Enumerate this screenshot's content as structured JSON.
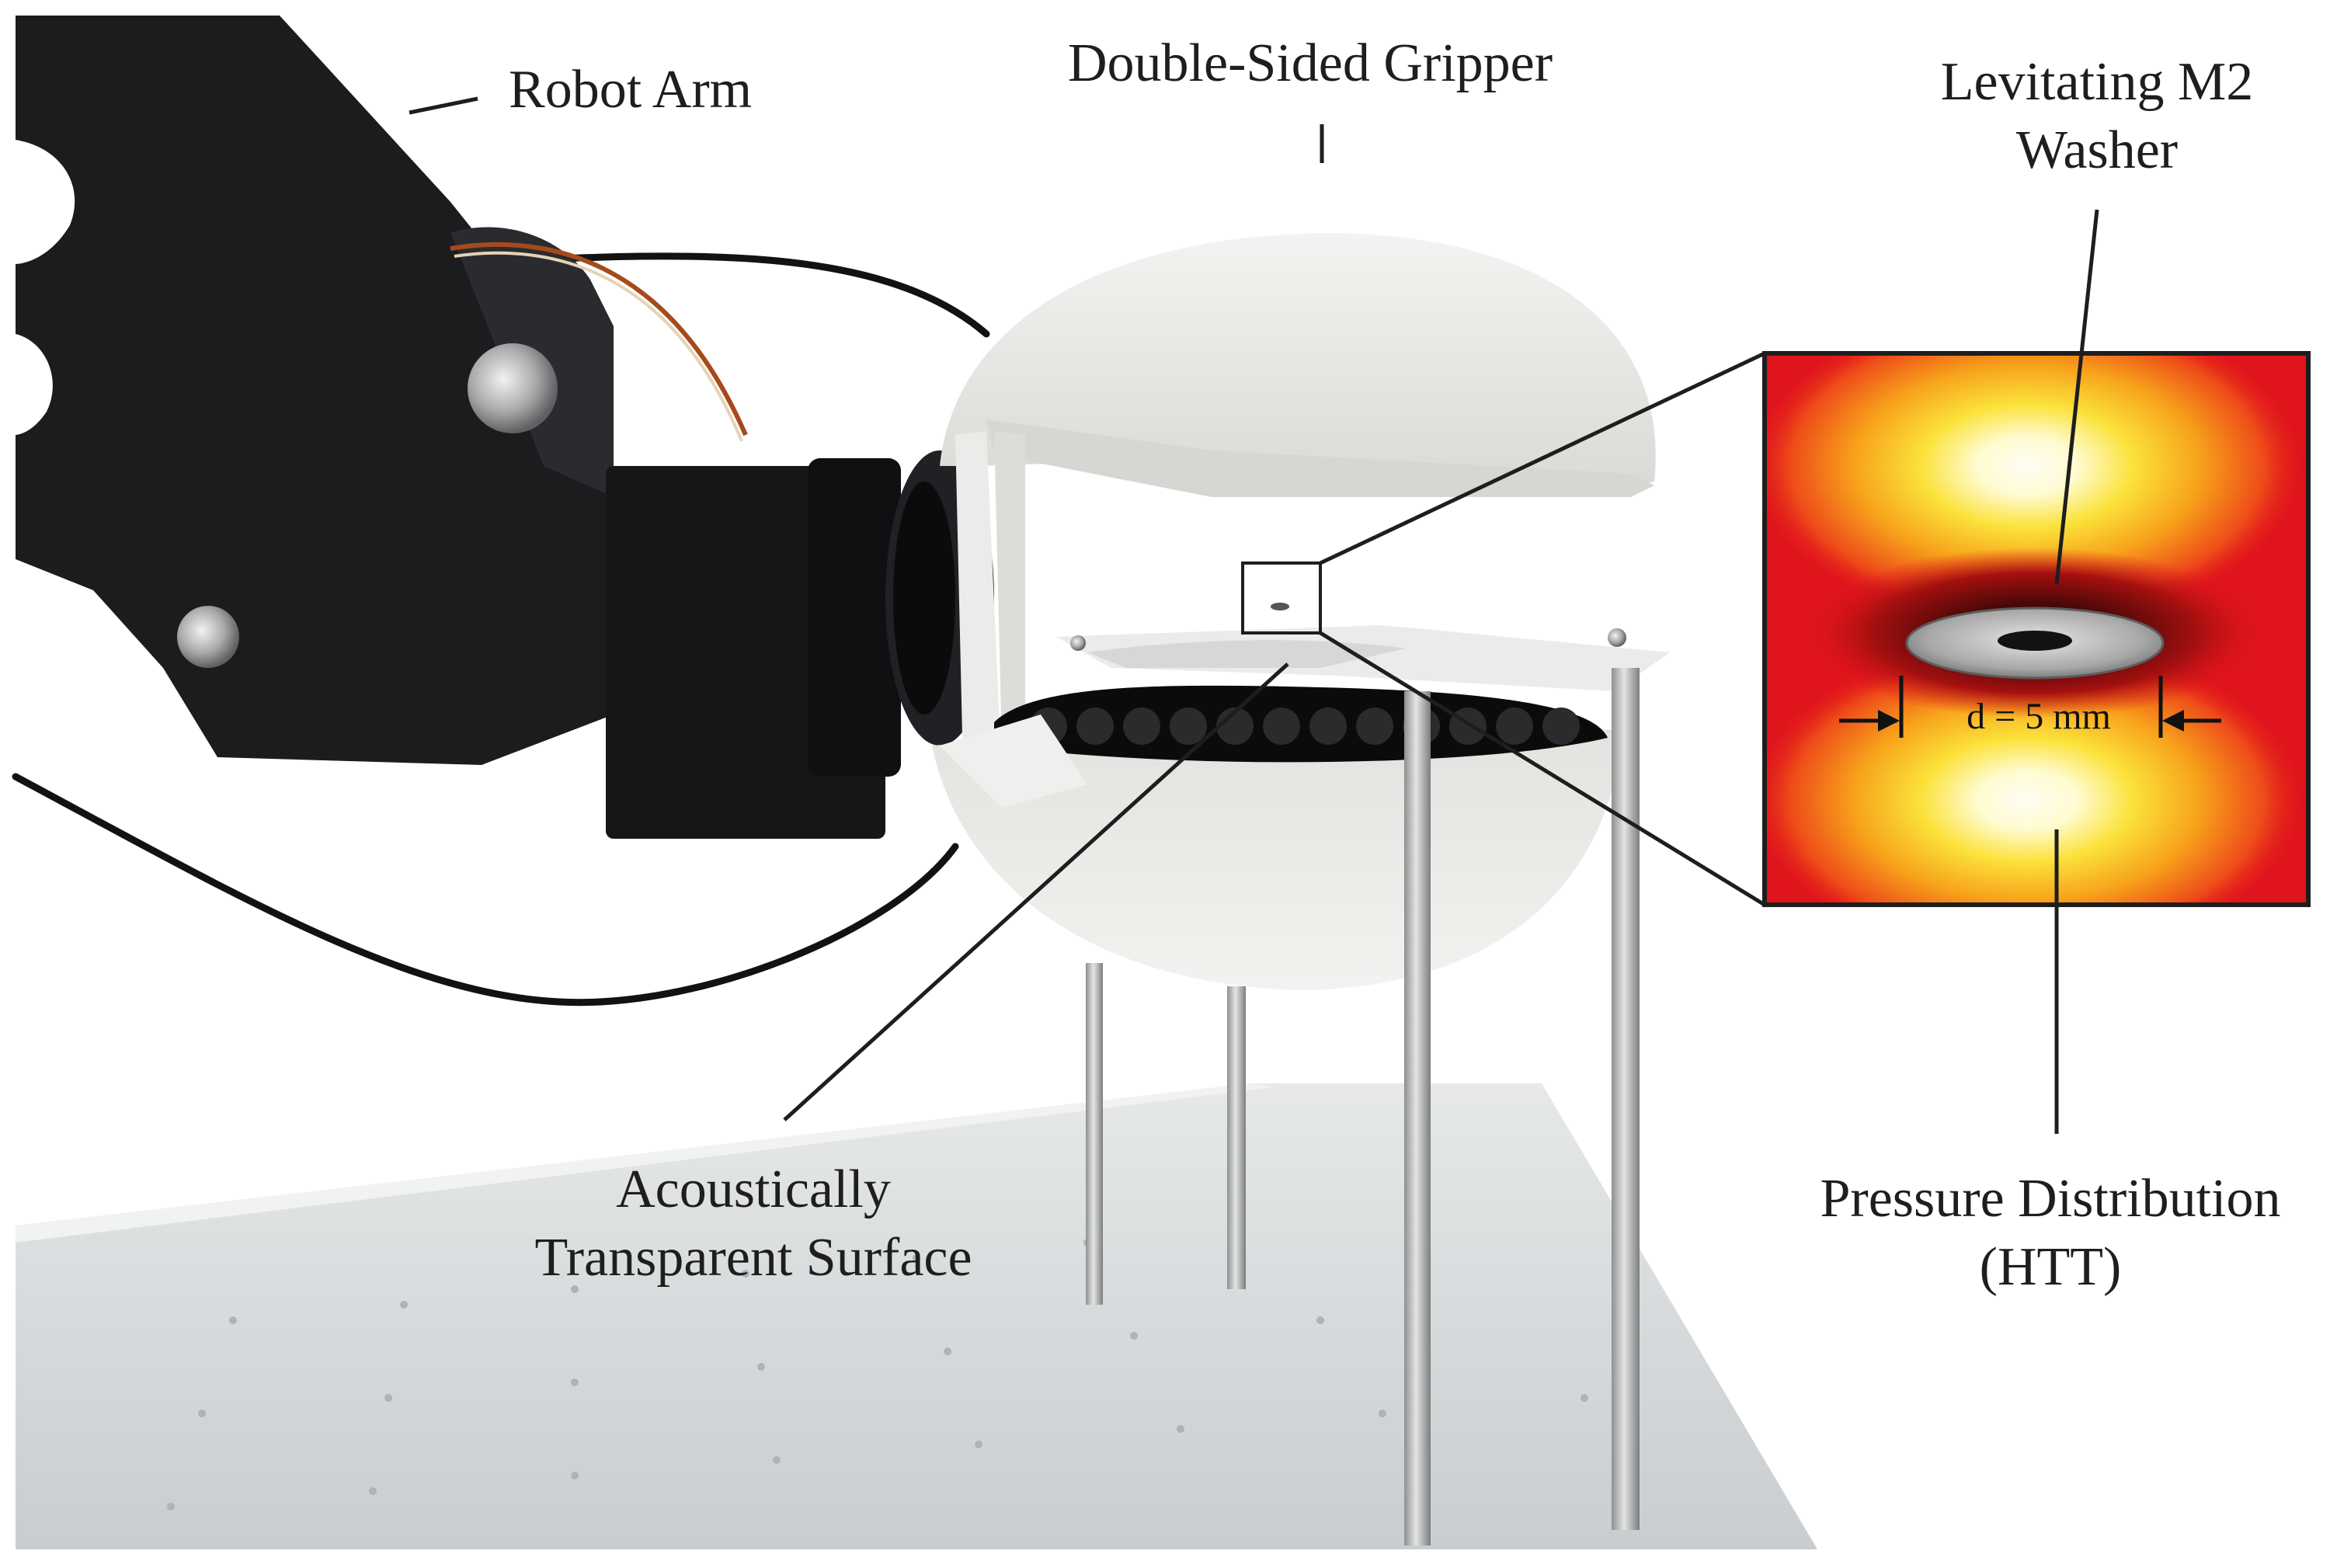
{
  "labels": {
    "robot_arm": "Robot Arm",
    "gripper": "Double-Sided Gripper",
    "washer": [
      "Levitating M2",
      "Washer"
    ],
    "surface": [
      "Acoustically",
      "Transparent Surface"
    ],
    "pressure": [
      "Pressure Distribution",
      "(HTT)"
    ],
    "diameter": "d = 5 mm"
  },
  "colors": {
    "background": "#ffffff",
    "arm": "#1b1c1e",
    "gripper_shell": "#e9e9e7",
    "table": "#d7dadb",
    "heat_low": "#e0141c",
    "heat_mid": "#f7a21b",
    "heat_high": "#fffbe0",
    "line": "#1e1e1e"
  },
  "icons": [
    "robot-arm-photo",
    "gripper-photo",
    "levitating-washer-icon",
    "pressure-heatmap",
    "dimension-arrow-icon"
  ]
}
